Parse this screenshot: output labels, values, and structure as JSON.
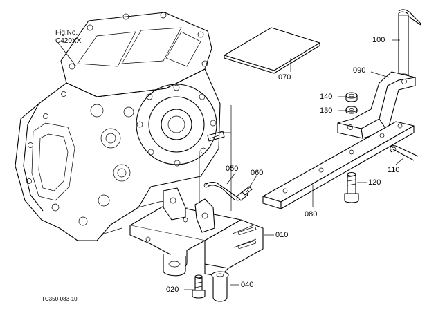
{
  "figure": {
    "fig_no_label": "Fig.No.",
    "fig_no_value": "C420XX",
    "drawing_code": "TC350-083-10"
  },
  "callouts": [
    {
      "id": "p100",
      "label": "100"
    },
    {
      "id": "p090",
      "label": "090"
    },
    {
      "id": "p070",
      "label": "070"
    },
    {
      "id": "p140",
      "label": "140"
    },
    {
      "id": "p130",
      "label": "130"
    },
    {
      "id": "p050",
      "label": "050"
    },
    {
      "id": "p060",
      "label": "060"
    },
    {
      "id": "p110",
      "label": "110"
    },
    {
      "id": "p120",
      "label": "120"
    },
    {
      "id": "p080",
      "label": "080"
    },
    {
      "id": "p010",
      "label": "010"
    },
    {
      "id": "p020",
      "label": "020"
    },
    {
      "id": "p040",
      "label": "040"
    }
  ]
}
